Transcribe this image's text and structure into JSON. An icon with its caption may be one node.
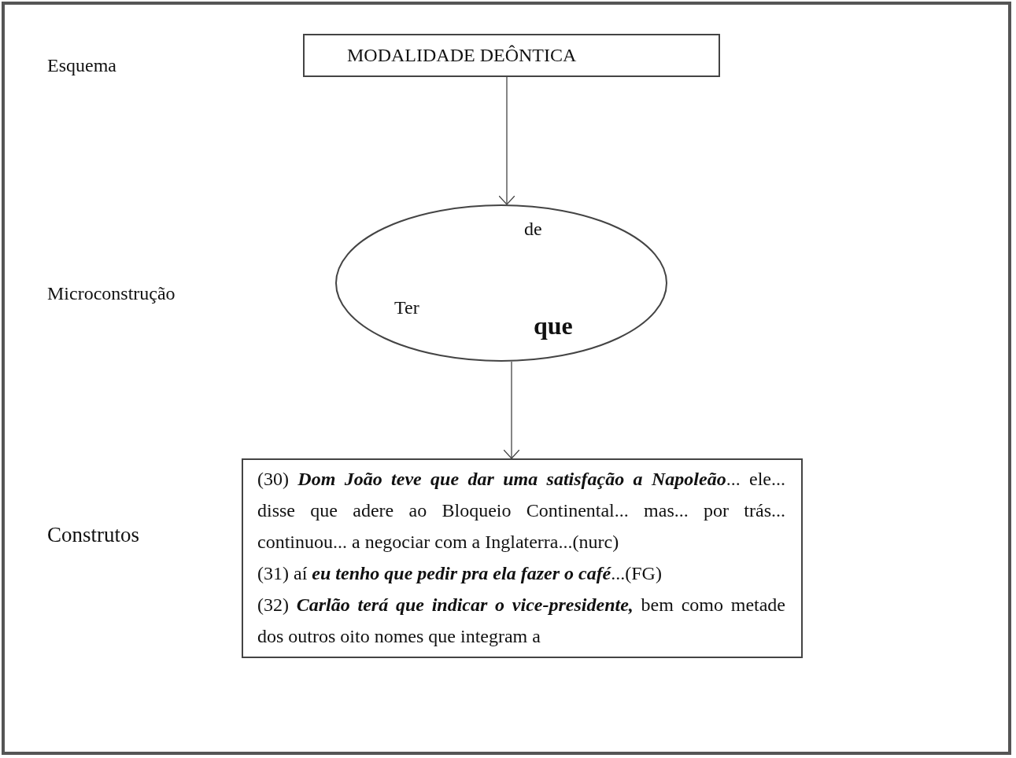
{
  "diagram": {
    "nodes": [
      {
        "text": [
          "MODALIDADE DEÔNTICA"
        ]
      },
      {
        "text": [
          "de",
          "Ter",
          "que"
        ]
      },
      {
        "text": [
          "(30) **Dom João teve que dar uma satisfação a Napoleão**... ele... disse que adere ao Bloqueio Continental... mas... por trás... continuou... a negociar com a Inglaterra...(nurc)",
          "(31) aí **eu tenho que pedir pra ela fazer o café**...(FG)",
          "(32) **Carlão terá que indicar o vice-presidente,** bem como metade dos outros oito nomes que integram a"
        ]
      }
    ],
    "edges": [
      {
        "from": 0,
        "to": 1,
        "arrow": "to"
      },
      {
        "from": 1,
        "to": 2,
        "arrow": "to"
      }
    ],
    "labels": [
      "Esquema",
      "Microconstrução",
      "Construtos"
    ]
  }
}
